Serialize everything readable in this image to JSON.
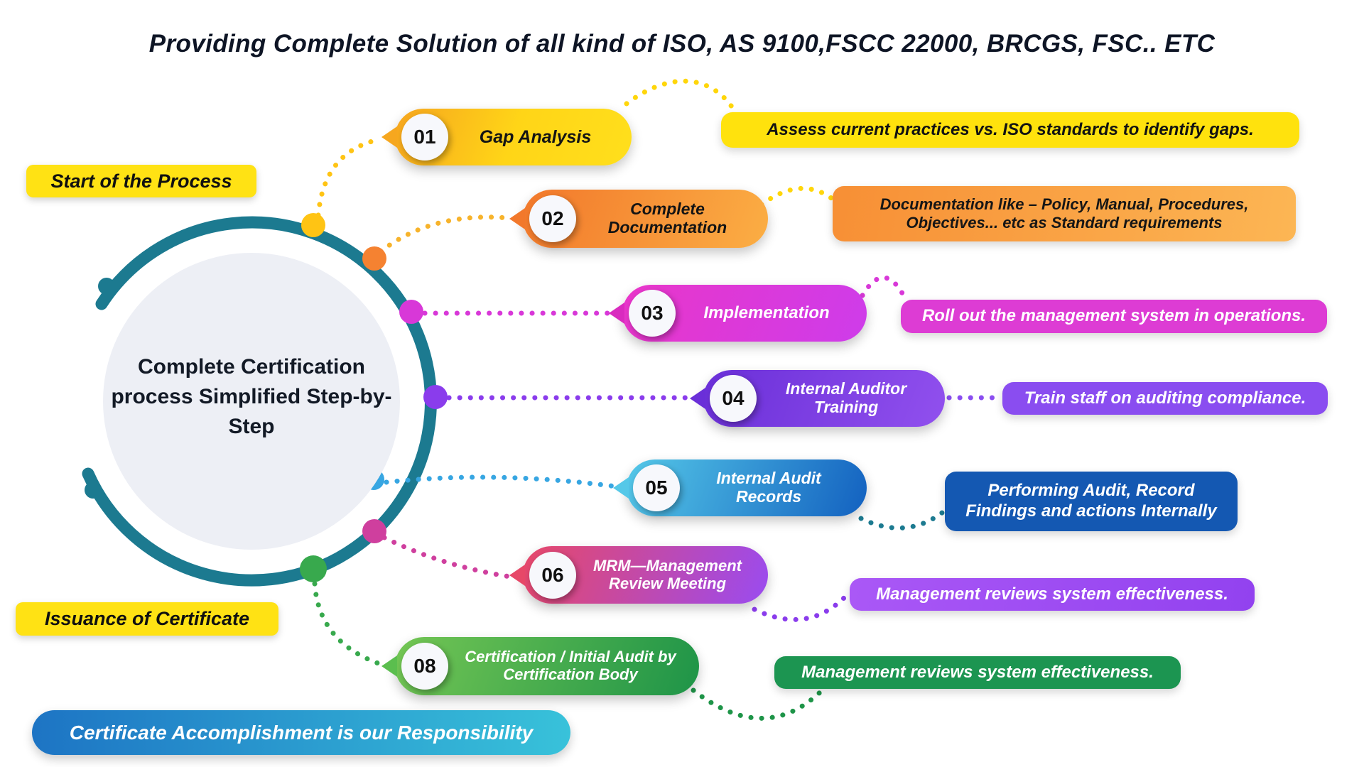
{
  "title": "Providing Complete Solution of all kind of ISO, AS 9100,FSCC 22000, BRCGS, FSC.. ETC",
  "badges": {
    "start": "Start of the Process",
    "issuance": "Issuance of Certificate",
    "bottom": "Certificate Accomplishment is our Responsibility"
  },
  "center_circle": {
    "text": "Complete Certification process Simplified Step-by-Step"
  },
  "steps": [
    {
      "num": "01",
      "label": "Gap Analysis",
      "desc": "Assess current practices vs. ISO standards to identify gaps.",
      "color": "#ffd517"
    },
    {
      "num": "02",
      "label": "Complete Documentation",
      "desc": "Documentation like – Policy, Manual, Procedures, Objectives... etc as Standard requirements",
      "color": "#f2782b"
    },
    {
      "num": "03",
      "label": "Implementation",
      "desc": "Roll out the management system in operations.",
      "color": "#dd3cd4"
    },
    {
      "num": "04",
      "label": "Internal Auditor Training",
      "desc": "Train staff on auditing compliance.",
      "color": "#8a4df0"
    },
    {
      "num": "05",
      "label": "Internal Audit Records",
      "desc": "Performing Audit, Record Findings and actions Internally",
      "color": "#1458b2"
    },
    {
      "num": "06",
      "label": "MRM—Management Review Meeting",
      "desc": "Management reviews system effectiveness.",
      "color": "#9a4bf0"
    },
    {
      "num": "08",
      "label": "Certification / Initial Audit by Certification Body",
      "desc": "Management reviews system effectiveness.",
      "color": "#1e9448"
    }
  ],
  "colors": {
    "ring_teal": "#1c7a90",
    "circle_fill": "#edeff5",
    "badge_yellow": "#ffe214",
    "bottom_gradient_start": "#1d74c4",
    "bottom_gradient_end": "#38c2da"
  }
}
